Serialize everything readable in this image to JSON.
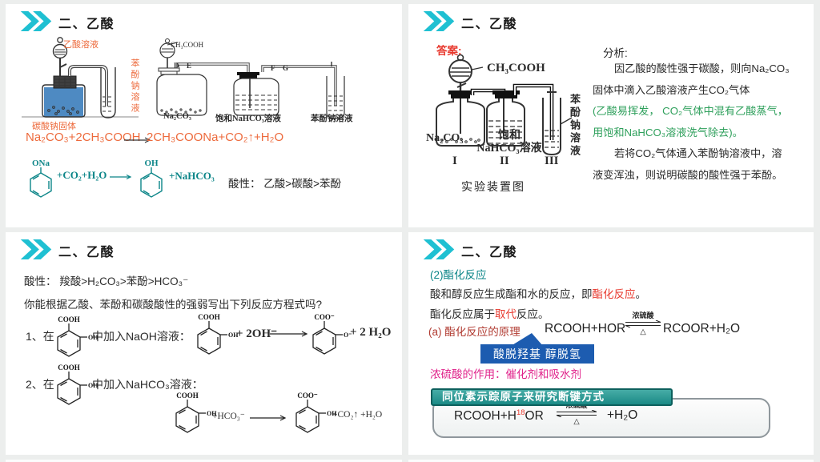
{
  "colors": {
    "accent_cyan": "#1fc0d2",
    "orange": "#ed6a3c",
    "teal_text": "#0b8588",
    "red": "#e8392e",
    "dark_red": "#b03a30",
    "magenta": "#e0218a",
    "green": "#2fa05c",
    "blue_callout": "#1d5cb0",
    "banner_teal": "#1b8a86",
    "liquid_blue": "#4e8ac2"
  },
  "icons": {
    "header_chevrons": "chevron-double-right"
  },
  "common": {
    "title": "二、乙酸"
  },
  "slide1": {
    "diagram_left": {
      "funnel_label": "乙酸溶液",
      "testtube_label": "苯酚钠溶液",
      "solid_label": "碳酸钠固体"
    },
    "diagram_right": {
      "formula": "CH₃COOH",
      "d": "D",
      "e": "E",
      "f": "F",
      "g": "G",
      "bottle1_label": "Na₂CO₃",
      "bottle2_label": "饱和NaHCO₃溶液",
      "bottle3_label": "苯酚钠溶液"
    },
    "equation": {
      "lhs": "Na₂CO₃+2CH₃COOH",
      "rhs": "2CH₃COONa+CO₂↑+H₂O"
    },
    "phenol_reaction": {
      "left_group": "ONa",
      "reagents": "+CO₂+H₂O",
      "right_group": "OH",
      "product": "+NaHCO₃"
    },
    "acidity": "酸性：  乙酸>碳酸>苯酚"
  },
  "slide2": {
    "answer_label": "答案:",
    "apparatus": {
      "formula": "CH₃COOH",
      "bottle1_label": "Na₂CO₃",
      "bottle2_label_line1": "饱和",
      "bottle2_label_line2": "NaHCO₃溶液",
      "tube_label": "苯酚钠溶液",
      "num1": "I",
      "num2": "II",
      "num3": "III",
      "caption": "实验装置图"
    },
    "analysis": {
      "heading": "分析:",
      "lines": [
        "因乙酸的酸性强于碳酸，则向Na₂CO₃",
        "固体中滴入乙酸溶液产生CO₂气体",
        "(乙酸易挥发， CO₂气体中混有乙酸蒸气，",
        "用饱和NaHCO₃溶液洗气除去)。",
        "若将CO₂气体通入苯酚钠溶液中，溶",
        "液变浑浊，则说明碳酸的酸性强于苯酚。"
      ]
    }
  },
  "slide3": {
    "acidity_line": "酸性： 羧酸>H₂CO₃>苯酚>HCO₃⁻",
    "question": "你能根据乙酸、苯酚和碳酸酸性的强弱写出下列反应方程式吗?",
    "reaction1": {
      "prefix": "1、在",
      "suffix": "中加入NaOH溶液：",
      "reagent": "+ 2OH⁻",
      "product_tail": "+ 2 H₂O",
      "ring1": {
        "top": "COOH",
        "side": "OH"
      },
      "ring2": {
        "top": "COOH",
        "side": "OH"
      },
      "ring3": {
        "top": "COO⁻",
        "side": "O⁻"
      }
    },
    "reaction2": {
      "prefix": "2、在",
      "suffix": "中加入NaHCO₃溶液：",
      "reagent": "+HCO₃⁻",
      "product_tail": "+CO₂↑ +H₂O",
      "ring1": {
        "top": "COOH",
        "side": "OH"
      },
      "ring2": {
        "top": "COOH",
        "side": "OH"
      },
      "ring3": {
        "top": "COO⁻",
        "side": "OH"
      }
    }
  },
  "slide4": {
    "subheading": "(2)酯化反应",
    "line1": {
      "a": "酸和醇反应生成酯和水的反应，即",
      "b": "酯化反应",
      "c": "。"
    },
    "line2": {
      "a": "酯化反应属于",
      "b": "取代",
      "c": "反应。"
    },
    "principle_label": "(a)  酯化反应的原理",
    "eq1": {
      "lhs": "RCOOH+HOR",
      "catalyst": "浓硫酸",
      "condition": "△",
      "rhs": "RCOOR+H₂O"
    },
    "callout": "酸脱羟基 醇脱氢",
    "catalyst_role": "浓硫酸的作用：催化剂和吸水剂",
    "banner": "同位素示踪原子来研究断键方式",
    "eq2": {
      "lhs_a": "RCOOH+H",
      "isotope": "18",
      "lhs_b": "OR",
      "catalyst": "浓硫酸",
      "condition": "△",
      "rhs": "+H₂O"
    }
  }
}
